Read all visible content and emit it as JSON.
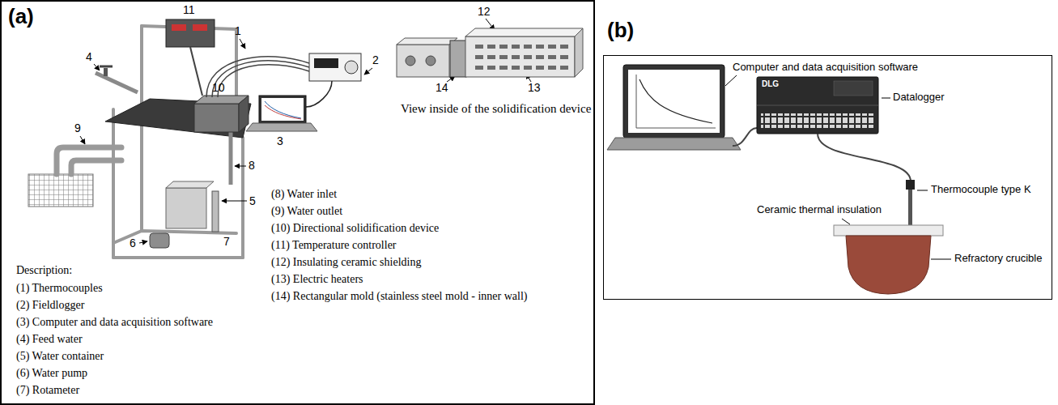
{
  "diagram": {
    "nodes": [
      {
        "text": [
          "(a)"
        ]
      },
      {
        "text": [
          "(b)"
        ]
      }
    ],
    "labels": [
      "11",
      "1",
      "2",
      "4",
      "10",
      "12",
      "View inside of the solidification device",
      "9",
      "14",
      "13",
      "8",
      "5",
      "3",
      "6",
      "7",
      "(8) Water inlet",
      "(9) Water outlet",
      "(10) Directional solidification device",
      "(11) Temperature controller",
      "(12) Insulating ceramic shielding",
      "(13) Electric heaters",
      "(14) Rectangular mold (stainless steel mold - inner wall)",
      "Description:",
      "(1) Thermocouples",
      "(2) Fieldlogger",
      "(3) Computer and data acquisition software",
      "(4) Feed water",
      "(5) Water container",
      "(6) Water pump",
      "(7) Rotameter",
      "Computer and data acquisition software",
      "Datalogger",
      "DLG",
      "Thermocouple type K",
      "Ceramic thermal insulation",
      "Refractory crucible"
    ]
  }
}
